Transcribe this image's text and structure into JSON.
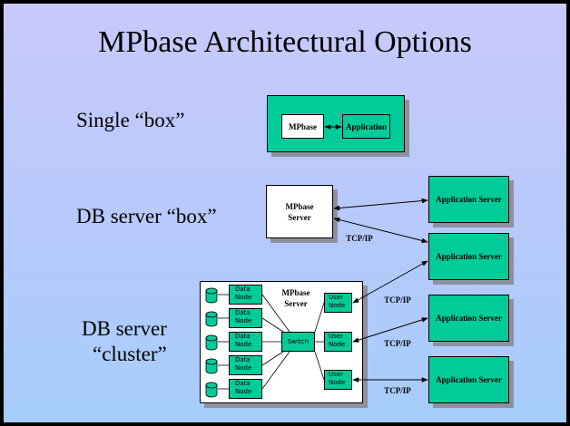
{
  "slide": {
    "title": "MPbase Architectural Options",
    "options": [
      {
        "label": "Single “box”"
      },
      {
        "label": "DB server “box”"
      },
      {
        "label_line1": "DB server",
        "label_line2": "“cluster”"
      }
    ]
  },
  "single_box": {
    "mpbase": "MPbase",
    "application": "Application"
  },
  "db_server_box": {
    "server_line1": "MPbase",
    "server_line2": "Server",
    "protocol": "TCP/IP"
  },
  "cluster": {
    "server_line1": "MPbase",
    "server_line2": "Server",
    "data_nodes": [
      {
        "line1": "Data",
        "line2": "Node"
      },
      {
        "line1": "Data",
        "line2": "Node"
      },
      {
        "line1": "Data",
        "line2": "Node"
      },
      {
        "line1": "Data",
        "line2": "Node"
      },
      {
        "line1": "Data",
        "line2": "Node"
      }
    ],
    "switch": "Switch",
    "user_nodes": [
      {
        "line1": "User",
        "line2": "Node"
      },
      {
        "line1": "User",
        "line2": "Node"
      },
      {
        "line1": "User",
        "line2": "Node"
      }
    ],
    "protocols": [
      "TCP/IP",
      "TCP/IP",
      "TCP/IP"
    ],
    "disk_icon": "database-cylinder-icon"
  },
  "app_servers": [
    {
      "label": "Application Server"
    },
    {
      "label": "Application Server"
    },
    {
      "label": "Application Server"
    },
    {
      "label": "Application Server"
    }
  ],
  "colors": {
    "node_green": "#00cc99",
    "shadow": "#8f8f9f",
    "bg_top": "#c9c9fb",
    "bg_bottom": "#a6cdfb"
  }
}
